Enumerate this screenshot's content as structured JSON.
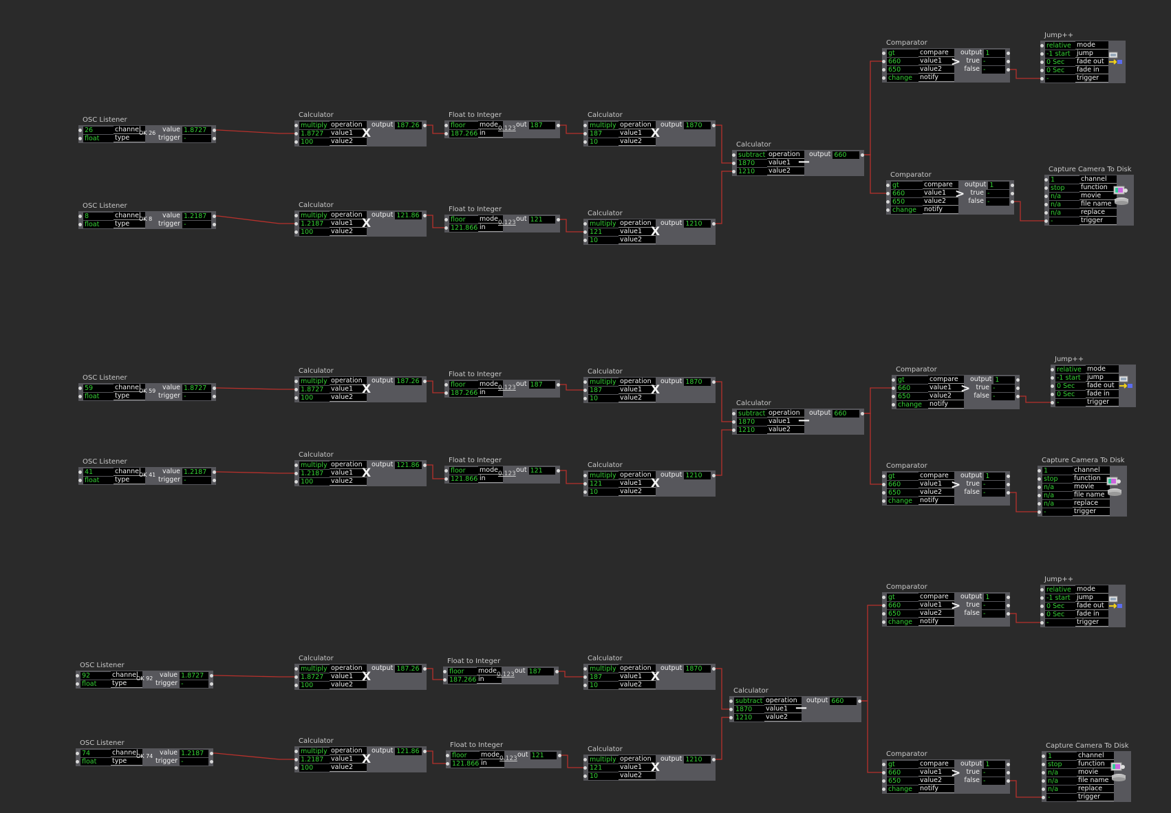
{
  "groups": [
    {
      "osc": [
        {
          "title": "OSC Listener",
          "channel": "26",
          "type": "float",
          "indicator": "OK 26",
          "value": "1.8727",
          "trigger": "-"
        },
        {
          "title": "OSC Listener",
          "channel": "8",
          "type": "float",
          "indicator": "OK 8",
          "value": "1.2187",
          "trigger": "-"
        }
      ],
      "calc1": [
        {
          "title": "Calculator",
          "operation": "multiply",
          "value1": "1.8727",
          "value2": "100",
          "output": "187.26",
          "symbol": "X"
        },
        {
          "title": "Calculator",
          "operation": "multiply",
          "value1": "1.2187",
          "value2": "100",
          "output": "121.86",
          "symbol": "X"
        }
      ],
      "f2i": [
        {
          "title": "Float to Integer",
          "mode": "floor",
          "in": "187.266",
          "mid": "0.123",
          "out": "187"
        },
        {
          "title": "Float to Integer",
          "mode": "floor",
          "in": "121.866",
          "mid": "0.123",
          "out": "121"
        }
      ],
      "calc2": [
        {
          "title": "Calculator",
          "operation": "multiply",
          "value1": "187",
          "value2": "10",
          "output": "1870",
          "symbol": "X"
        },
        {
          "title": "Calculator",
          "operation": "multiply",
          "value1": "121",
          "value2": "10",
          "output": "1210",
          "symbol": "X"
        }
      ],
      "sub": {
        "title": "Calculator",
        "operation": "subtract",
        "value1": "1870",
        "value2": "1210",
        "output": "660",
        "symbol": "—"
      },
      "comp": [
        {
          "title": "Comparator",
          "compare": "gt",
          "value1": "660",
          "value2": "650",
          "notify": "change",
          "output": "1",
          "true": "-",
          "false": "-",
          "symbol": ">"
        },
        {
          "title": "Comparator",
          "compare": "gt",
          "value1": "660",
          "value2": "650",
          "notify": "change",
          "output": "1",
          "true": "-",
          "false": "-",
          "symbol": ">"
        }
      ],
      "jump": {
        "title": "Jump++",
        "mode": "relative",
        "jump": "-1 start",
        "fade_out": "0 Sec",
        "fade_in": "0 Sec",
        "trigger": "-"
      },
      "capture": {
        "title": "Capture Camera To Disk",
        "channel": "1",
        "function": "stop",
        "movie": "n/a",
        "file_name": "n/a",
        "replace": "n/a",
        "trigger": "-"
      }
    },
    {
      "osc": [
        {
          "title": "OSC Listener",
          "channel": "59",
          "type": "float",
          "indicator": "OK 59",
          "value": "1.8727",
          "trigger": "-"
        },
        {
          "title": "OSC Listener",
          "channel": "41",
          "type": "float",
          "indicator": "OK 41",
          "value": "1.2187",
          "trigger": "-"
        }
      ],
      "calc1": [
        {
          "title": "Calculator",
          "operation": "multiply",
          "value1": "1.8727",
          "value2": "100",
          "output": "187.26",
          "symbol": "X"
        },
        {
          "title": "Calculator",
          "operation": "multiply",
          "value1": "1.2187",
          "value2": "100",
          "output": "121.86",
          "symbol": "X"
        }
      ],
      "f2i": [
        {
          "title": "Float to Integer",
          "mode": "floor",
          "in": "187.266",
          "mid": "0.123",
          "out": "187"
        },
        {
          "title": "Float to Integer",
          "mode": "floor",
          "in": "121.866",
          "mid": "0.123",
          "out": "121"
        }
      ],
      "calc2": [
        {
          "title": "Calculator",
          "operation": "multiply",
          "value1": "187",
          "value2": "10",
          "output": "1870",
          "symbol": "X"
        },
        {
          "title": "Calculator",
          "operation": "multiply",
          "value1": "121",
          "value2": "10",
          "output": "1210",
          "symbol": "X"
        }
      ],
      "sub": {
        "title": "Calculator",
        "operation": "subtract",
        "value1": "1870",
        "value2": "1210",
        "output": "660",
        "symbol": "—"
      },
      "comp": [
        {
          "title": "Comparator",
          "compare": "gt",
          "value1": "660",
          "value2": "650",
          "notify": "change",
          "output": "1",
          "true": "-",
          "false": "-",
          "symbol": ">"
        },
        {
          "title": "Comparator",
          "compare": "gt",
          "value1": "660",
          "value2": "650",
          "notify": "change",
          "output": "1",
          "true": "-",
          "false": "-",
          "symbol": ">"
        }
      ],
      "jump": {
        "title": "Jump++",
        "mode": "relative",
        "jump": "-1 start",
        "fade_out": "0 Sec",
        "fade_in": "0 Sec",
        "trigger": "-"
      },
      "capture": {
        "title": "Capture Camera To Disk",
        "channel": "1",
        "function": "stop",
        "movie": "n/a",
        "file_name": "n/a",
        "replace": "n/a",
        "trigger": "-"
      }
    },
    {
      "osc": [
        {
          "title": "OSC Listener",
          "channel": "92",
          "type": "float",
          "indicator": "OK 92",
          "value": "1.8727",
          "trigger": "-"
        },
        {
          "title": "OSC Listener",
          "channel": "74",
          "type": "float",
          "indicator": "OK 74",
          "value": "1.2187",
          "trigger": "-"
        }
      ],
      "calc1": [
        {
          "title": "Calculator",
          "operation": "multiply",
          "value1": "1.8727",
          "value2": "100",
          "output": "187.26",
          "symbol": "X"
        },
        {
          "title": "Calculator",
          "operation": "multiply",
          "value1": "1.2187",
          "value2": "100",
          "output": "121.86",
          "symbol": "X"
        }
      ],
      "f2i": [
        {
          "title": "Float to Integer",
          "mode": "floor",
          "in": "187.266",
          "mid": "0.123",
          "out": "187"
        },
        {
          "title": "Float to Integer",
          "mode": "floor",
          "in": "121.866",
          "mid": "0.123",
          "out": "121"
        }
      ],
      "calc2": [
        {
          "title": "Calculator",
          "operation": "multiply",
          "value1": "187",
          "value2": "10",
          "output": "1870",
          "symbol": "X"
        },
        {
          "title": "Calculator",
          "operation": "multiply",
          "value1": "121",
          "value2": "10",
          "output": "1210",
          "symbol": "X"
        }
      ],
      "sub": {
        "title": "Calculator",
        "operation": "subtract",
        "value1": "1870",
        "value2": "1210",
        "output": "660",
        "symbol": "—"
      },
      "comp": [
        {
          "title": "Comparator",
          "compare": "gt",
          "value1": "660",
          "value2": "650",
          "notify": "change",
          "output": "1",
          "true": "-",
          "false": "-",
          "symbol": ">"
        },
        {
          "title": "Comparator",
          "compare": "gt",
          "value1": "660",
          "value2": "650",
          "notify": "change",
          "output": "1",
          "true": "-",
          "false": "-",
          "symbol": ">"
        }
      ],
      "jump": {
        "title": "Jump++",
        "mode": "relative",
        "jump": "-1 start",
        "fade_out": "0 Sec",
        "fade_in": "0 Sec",
        "trigger": "-"
      },
      "capture": {
        "title": "Capture Camera To Disk",
        "channel": "1",
        "function": "stop",
        "movie": "n/a",
        "file_name": "n/a",
        "replace": "n/a",
        "trigger": "-"
      }
    }
  ],
  "labels": {
    "channel": "channel",
    "type": "type",
    "value": "value",
    "trigger": "trigger",
    "operation": "operation",
    "value1": "value1",
    "value2": "value2",
    "output": "output",
    "mode": "mode",
    "in": "in",
    "out": "out",
    "compare": "compare",
    "notify": "notify",
    "true": "true",
    "false": "false",
    "jump": "jump",
    "fade_out": "fade out",
    "fade_in": "fade in",
    "function": "function",
    "movie": "movie",
    "file_name": "file name",
    "replace": "replace"
  },
  "colors": {
    "background": "#2a2a2a",
    "actor_body": "#57575c",
    "value_text": "#35d235",
    "wire": "#b8312c"
  }
}
